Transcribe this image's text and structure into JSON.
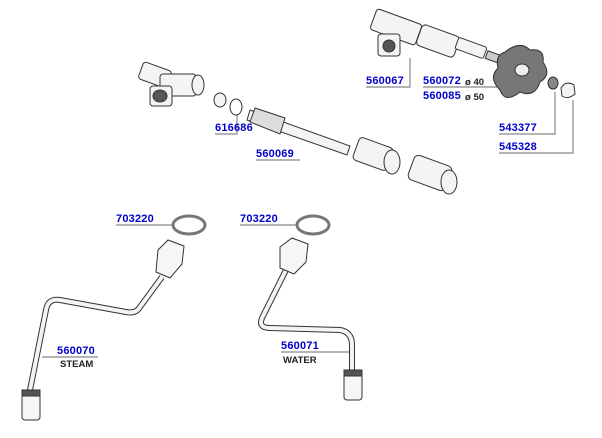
{
  "parts": {
    "p560067": {
      "code": "560067"
    },
    "p560072": {
      "code": "560072",
      "size": "ø 40"
    },
    "p560085": {
      "code": "560085",
      "size": "ø 50"
    },
    "p543377": {
      "code": "543377"
    },
    "p545328": {
      "code": "545328"
    },
    "p616686": {
      "code": "616686"
    },
    "p560069": {
      "code": "560069"
    },
    "p703220a": {
      "code": "703220"
    },
    "p703220b": {
      "code": "703220"
    },
    "p560070": {
      "code": "560070",
      "name": "STEAM"
    },
    "p560071": {
      "code": "560071",
      "name": "WATER"
    }
  },
  "colors": {
    "link": "#0000cc",
    "leader": "#888888",
    "outline": "#333333",
    "knob": "#777777"
  }
}
